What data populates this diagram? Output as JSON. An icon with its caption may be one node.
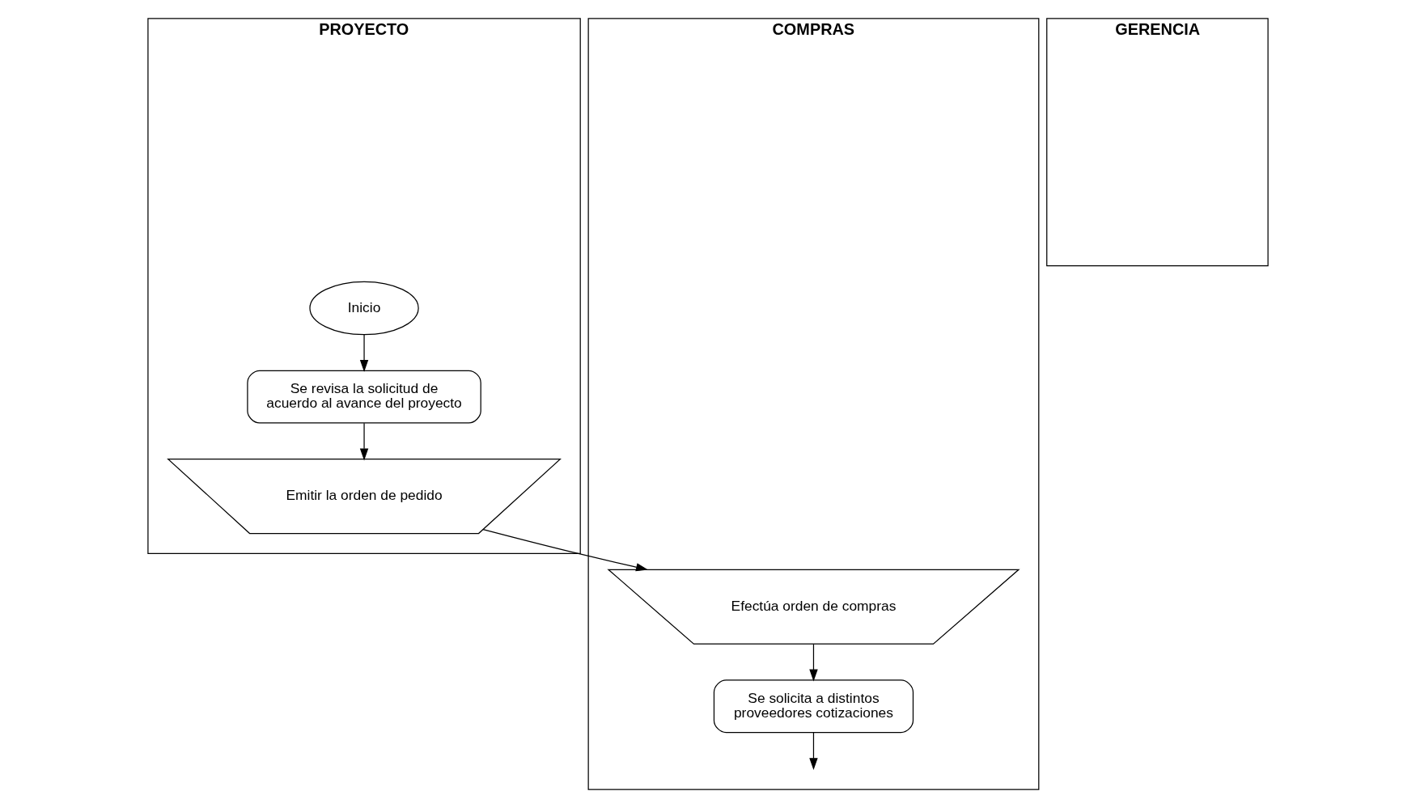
{
  "diagram": {
    "nodes": [
      {
        "text": [
          "PROYECTO"
        ]
      },
      {
        "text": [
          "COMPRAS"
        ]
      },
      {
        "text": [
          "GERENCIA"
        ]
      },
      {
        "text": [
          "Inicio"
        ],
        "in": 0
      },
      {
        "text": [
          "Se revisa la solicitud de acuerdo al avance del proyecto"
        ],
        "in": 0
      },
      {
        "text": [
          "Emitir la orden de pedido"
        ],
        "in": 0
      },
      {
        "text": [
          "Efectúa orden de compras"
        ],
        "in": 1
      },
      {
        "text": [
          "Se solicita a distintos proveedores cotizaciones"
        ],
        "in": 1
      }
    ],
    "edges": [
      {
        "from": 3,
        "to": 4,
        "arrow": "to"
      },
      {
        "from": 4,
        "to": 5,
        "arrow": "to"
      },
      {
        "from": 5,
        "to": 6,
        "arrow": "to"
      },
      {
        "from": 6,
        "to": 7,
        "arrow": "to"
      },
      {
        "from": 7,
        "to": null,
        "arrow": "to"
      }
    ]
  }
}
